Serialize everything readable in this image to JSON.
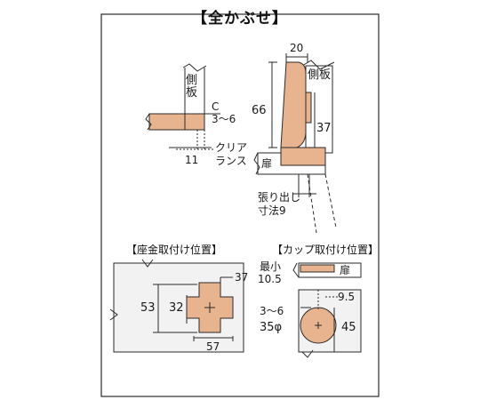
{
  "title": "【全かぶせ】",
  "colors": {
    "wood": "#e8b48f",
    "line": "#2a2a2a",
    "fill_gray": "#f2f2f2"
  },
  "top": {
    "label_side_left": "側板",
    "label_c": "C",
    "label_c_range": "3〜6",
    "label_11": "11",
    "label_clearance_1": "クリア",
    "label_clearance_2": "ランス",
    "label_20": "20",
    "label_side_right": "側板",
    "label_66": "66",
    "label_37": "37",
    "label_door": "扉",
    "label_overlay_1": "張り出し",
    "label_overlay_2": "寸法9"
  },
  "mount": {
    "title": "【座金取付け位置】",
    "dim_37": "37",
    "dim_53": "53",
    "dim_32": "32",
    "dim_57": "57"
  },
  "cup": {
    "title": "【カップ取付け位置】",
    "min_label": "最小",
    "min_value": "10.5",
    "door": "扉",
    "dim_9_5": "9.5",
    "dim_3_6": "3〜6",
    "dim_35": "35φ",
    "dim_45": "45"
  }
}
